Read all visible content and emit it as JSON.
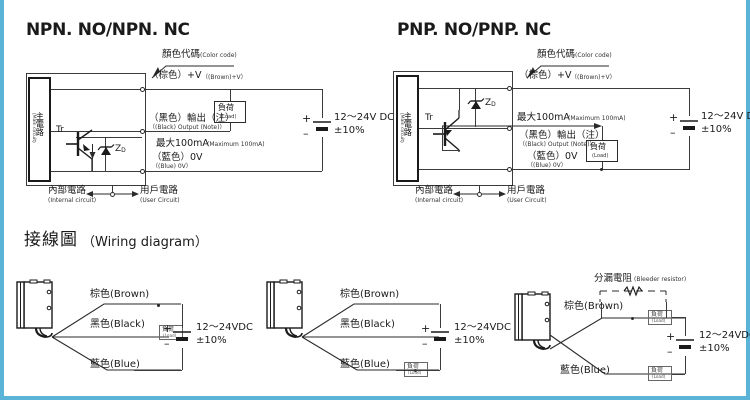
{
  "page": {
    "border_color": "#5ab4d8",
    "background": "#ffffff",
    "line_color": "#3b3b3b"
  },
  "headings": {
    "npn": "NPN. NO/NPN. NC",
    "pnp": "PNP. NO/PNP. NC",
    "wiring_cn": "接線圖",
    "wiring_en": "（Wiring diagram）"
  },
  "labels": {
    "color_code_cn": "顏色代碼",
    "color_code_en": "(Color code)",
    "brown_cn": "（棕色）+V",
    "brown_en": "（(Brown)+V）",
    "black_cn": "（黑色）輸出（注）",
    "black_en": "（(Black) Output (Note)）",
    "blue_cn": "（藍色）0V",
    "blue_en": "（(Blue) 0V）",
    "max_cn": "最大100mA",
    "max_en": "(Maximum 100mA)",
    "load_cn": "負荷",
    "load_en": "(Load)",
    "main_circuit_cn": "主電路",
    "main_circuit_en": "（Main circuit）",
    "internal_cn": "內部電路",
    "internal_en": "(Internal circuit)",
    "user_cn": "用戶電路",
    "user_en": "(User Circuit)",
    "transistor": "Tr",
    "zener": "Z",
    "zener_sub": "D",
    "supply_line1": "12～24V DC",
    "supply_line2": "±10%",
    "plus": "+",
    "minus": "–"
  },
  "wiring": {
    "supply_line1": "12～24VDC",
    "supply_line2": "±10%",
    "plus": "+",
    "minus": "–",
    "load_cn": "負荷",
    "load_en": "(Load)",
    "bleeder_cn": "分漏電阻",
    "bleeder_en": "(Bleeder resistor)",
    "diagrams": [
      {
        "name": "wiring-diagram-1",
        "wires": [
          {
            "cn": "棕色",
            "en": "(Brown)"
          },
          {
            "cn": "黑色",
            "en": "(Black)"
          },
          {
            "cn": "藍色",
            "en": "(Blue)"
          }
        ],
        "load_on": "black"
      },
      {
        "name": "wiring-diagram-2",
        "wires": [
          {
            "cn": "棕色",
            "en": "(Brown)"
          },
          {
            "cn": "黑色",
            "en": "(Black)"
          },
          {
            "cn": "藍色",
            "en": "(Blue)"
          }
        ],
        "load_on": "blue"
      },
      {
        "name": "wiring-diagram-3",
        "wires": [
          {
            "cn": "棕色",
            "en": "(Brown)"
          },
          {
            "cn": "藍色",
            "en": "(Blue)"
          }
        ],
        "load_on": "both-with-bleeder"
      }
    ]
  }
}
